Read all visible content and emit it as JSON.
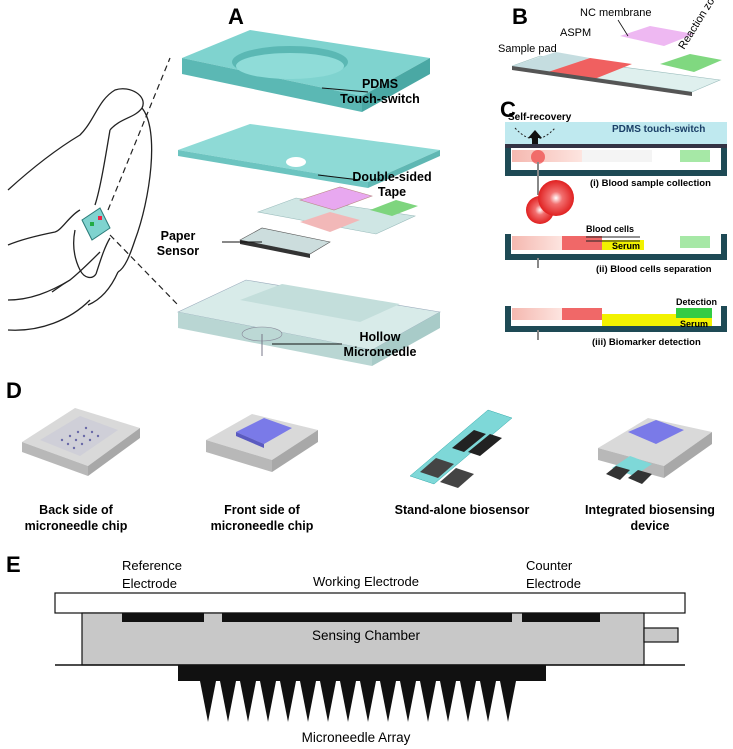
{
  "panels": {
    "a": {
      "letter": "A",
      "labels": {
        "pdms_1": "PDMS",
        "pdms_2": "Touch-switch",
        "tape_1": "Double-sided",
        "tape_2": "Tape",
        "paper_1": "Paper",
        "paper_2": "Sensor",
        "hollow_1": "Hollow",
        "hollow_2": "Microneedle"
      }
    },
    "b": {
      "letter": "B",
      "labels": {
        "nc_membrane": "NC membrane",
        "aspm": "ASPM",
        "sample_pad": "Sample pad",
        "reaction_zone": "Reaction zone"
      }
    },
    "c": {
      "letter": "C",
      "labels": {
        "self_recovery": "Self-recovery",
        "pdms_touch_switch": "PDMS touch-switch",
        "step_1": "(i) Blood sample collection",
        "blood_cells": "Blood cells",
        "serum_1": "Serum",
        "step_2": "(ii) Blood cells separation",
        "detection": "Detection",
        "serum_2": "Serum",
        "step_3": "(iii) Biomarker detection"
      }
    },
    "d": {
      "letter": "D",
      "items": [
        {
          "line1": "Back side of",
          "line2": "microneedle chip"
        },
        {
          "line1": "Front side of",
          "line2": "microneedle chip"
        },
        {
          "line1": "Stand-alone biosensor",
          "line2": ""
        },
        {
          "line1": "Integrated biosensing",
          "line2": "device"
        }
      ]
    },
    "e": {
      "letter": "E",
      "labels": {
        "reference_1": "Reference",
        "reference_2": "Electrode",
        "working": "Working Electrode",
        "counter_1": "Counter",
        "counter_2": "Electrode",
        "sensing_chamber": "Sensing Chamber",
        "microneedle_array": "Microneedle Array"
      }
    }
  },
  "colors": {
    "pdms": "#7fd3cf",
    "pdms_dark": "#5bb8b4",
    "tape": "#8edad6",
    "base": "#d8ebe9",
    "chamber": "#c8c8c8",
    "electrode": "#111111",
    "blood": "#e8504e",
    "serum": "#f2f200",
    "detection": "#33cc44",
    "reaction": "#e8a8f0"
  }
}
